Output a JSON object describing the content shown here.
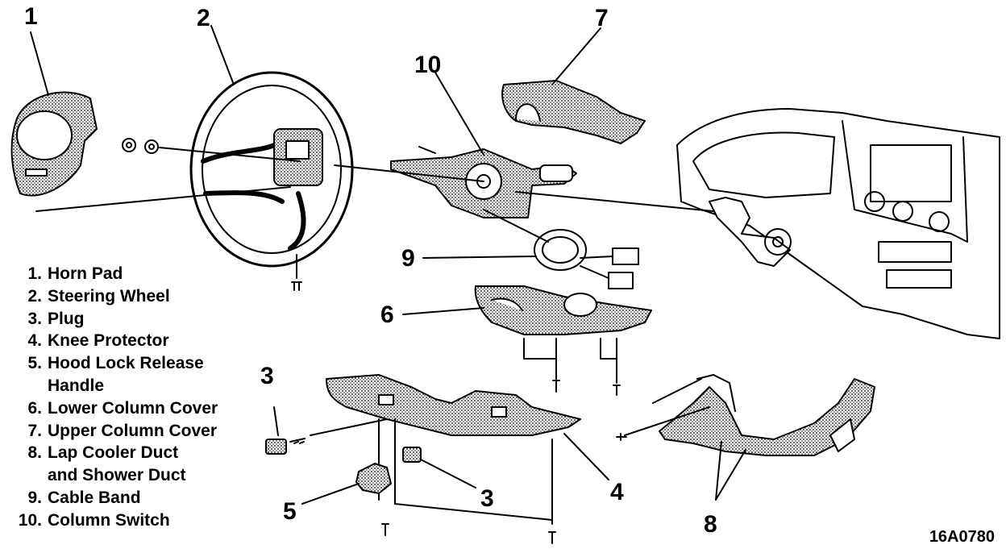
{
  "callouts": {
    "c1": "1",
    "c2": "2",
    "c3a": "3",
    "c3b": "3",
    "c4": "4",
    "c5": "5",
    "c6": "6",
    "c7": "7",
    "c8": "8",
    "c9": "9",
    "c10": "10"
  },
  "legend": [
    {
      "num": "1.",
      "text": "Horn Pad"
    },
    {
      "num": "2.",
      "text": "Steering Wheel"
    },
    {
      "num": "3.",
      "text": "Plug"
    },
    {
      "num": "4.",
      "text": "Knee Protector"
    },
    {
      "num": "5.",
      "text": "Hood Lock Release"
    },
    {
      "num": "",
      "text": "Handle"
    },
    {
      "num": "6.",
      "text": "Lower Column Cover"
    },
    {
      "num": "7.",
      "text": "Upper Column Cover"
    },
    {
      "num": "8.",
      "text": "Lap Cooler Duct"
    },
    {
      "num": "",
      "text": "and Shower Duct"
    },
    {
      "num": "9.",
      "text": "Cable Band"
    },
    {
      "num": "10.",
      "text": "Column Switch"
    }
  ],
  "figure_code": "16A0780"
}
